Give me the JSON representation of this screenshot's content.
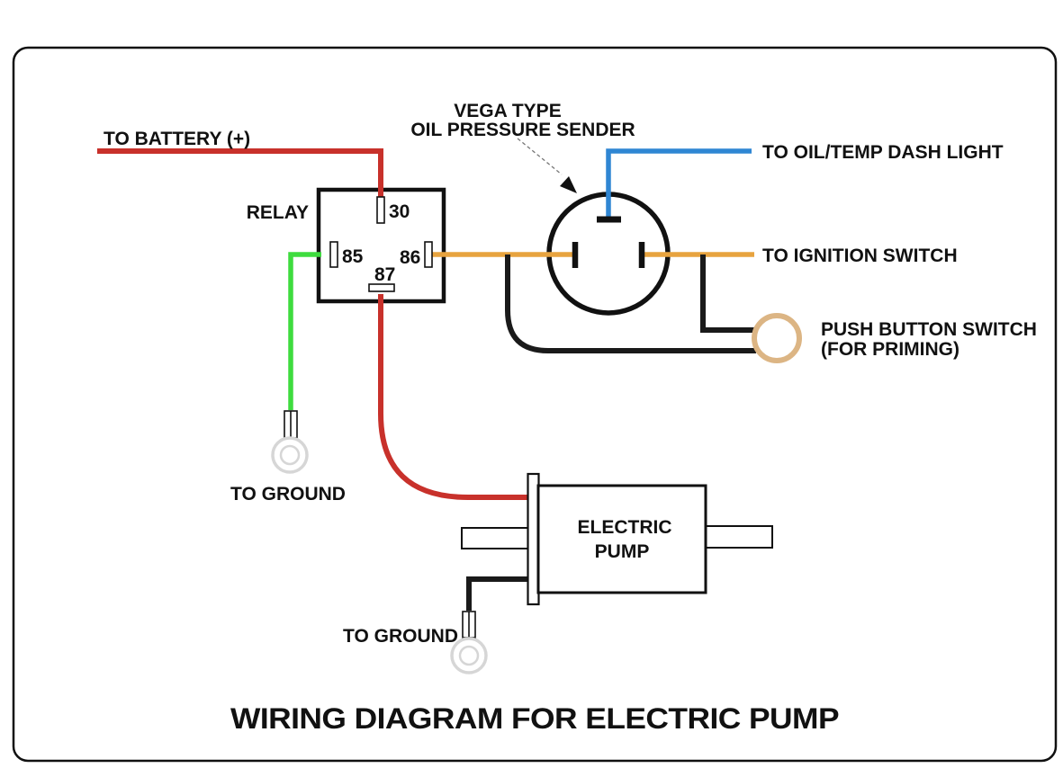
{
  "title": "WIRING DIAGRAM FOR ELECTRIC PUMP",
  "colors": {
    "wire_red": "#C8312B",
    "wire_green": "#3EDC3E",
    "wire_orange": "#E7A33F",
    "wire_blue": "#2F86D3",
    "wire_black": "#1A1A1A",
    "push_button": "#DCB584",
    "ring_terminal": "#D6D6D6"
  },
  "labels": {
    "to_battery": "TO BATTERY (+)",
    "relay": "RELAY",
    "sender_line1": "VEGA TYPE",
    "sender_line2": "OIL PRESSURE SENDER",
    "to_dash_light": "TO OIL/TEMP DASH LIGHT",
    "to_ignition": "TO IGNITION SWITCH",
    "push_button_line1": "PUSH BUTTON SWITCH",
    "push_button_line2": "(FOR PRIMING)",
    "to_ground_left": "TO GROUND",
    "to_ground_bottom": "TO GROUND",
    "pump_line1": "ELECTRIC",
    "pump_line2": "PUMP"
  },
  "relay": {
    "terminal_30": "30",
    "terminal_85": "85",
    "terminal_86": "86",
    "terminal_87": "87"
  }
}
